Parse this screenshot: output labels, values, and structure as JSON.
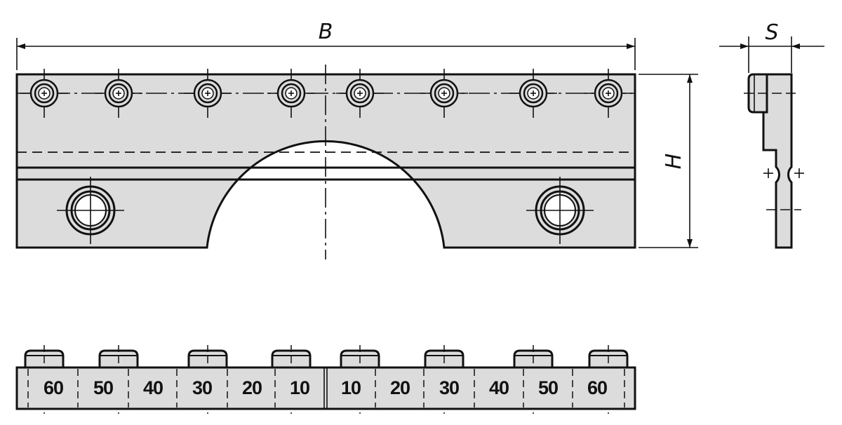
{
  "dimensions": {
    "width_label": "B",
    "height_label": "H",
    "thickness_label": "S"
  },
  "scale": {
    "labels": [
      "60",
      "50",
      "40",
      "30",
      "20",
      "10",
      "10",
      "20",
      "30",
      "40",
      "50",
      "60"
    ]
  }
}
